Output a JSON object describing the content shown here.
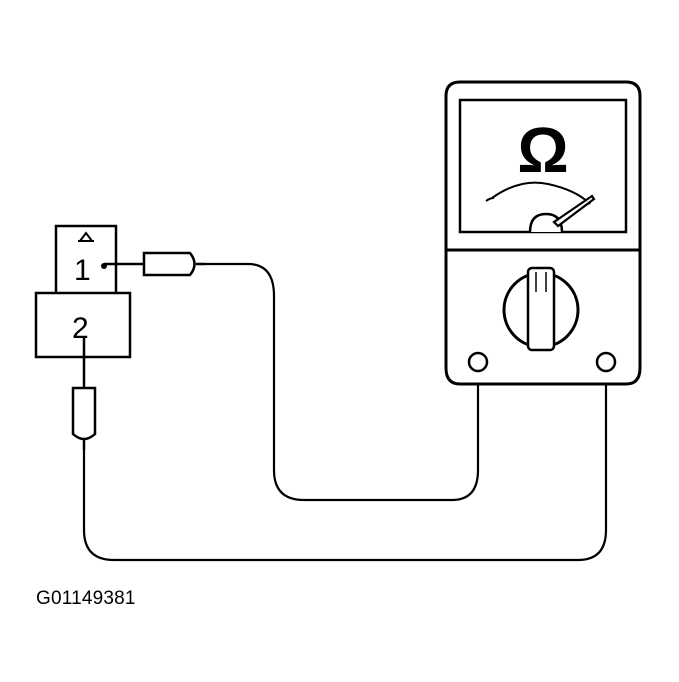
{
  "figure": {
    "code": "G01149381"
  },
  "connector": {
    "terminal_1": "1",
    "terminal_2": "2"
  },
  "meter": {
    "symbol": "Ω",
    "mode": "ohmmeter",
    "icon": "analog-ohmmeter-icon"
  },
  "colors": {
    "ink": "#000000",
    "paper": "#ffffff"
  }
}
